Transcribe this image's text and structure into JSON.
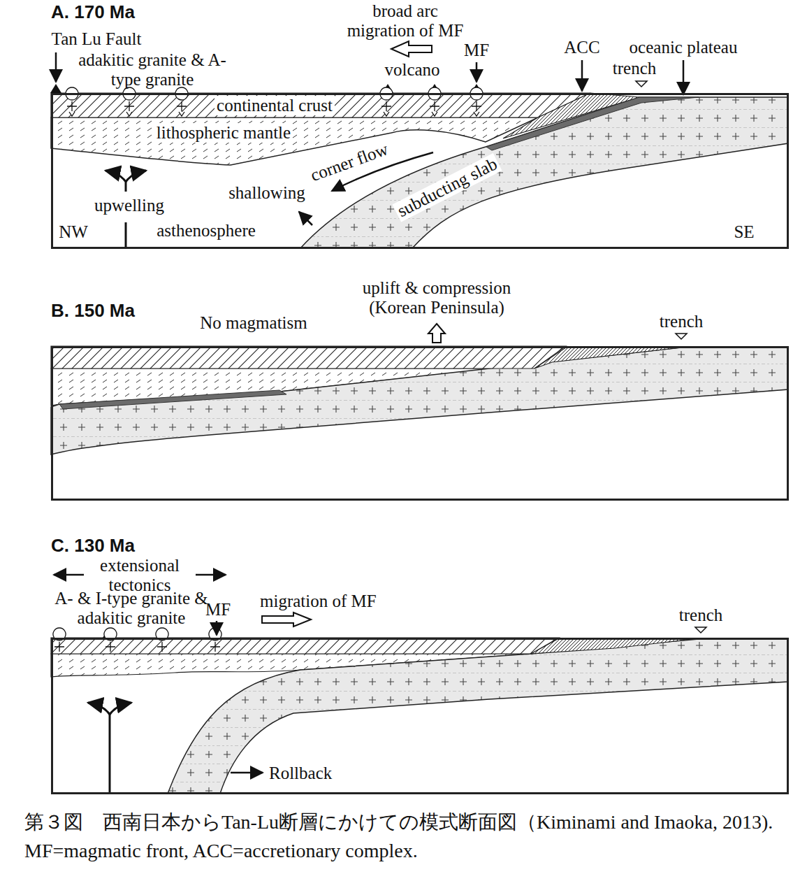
{
  "diagram": {
    "caption": "第３図　西南日本からTan-Lu断層にかけての模式断面図（Kiminami and Imaoka, 2013). MF=magmatic front, ACC=accretionary complex.",
    "nodes": [
      {
        "text": [
          "A. 170 Ma"
        ]
      },
      {
        "text": [
          "B. 150 Ma"
        ]
      },
      {
        "text": [
          "C. 130 Ma"
        ]
      }
    ],
    "labels": [
      "Tan Lu Fault",
      "adakitic granite & A-type granite",
      "broad arc migration of MF",
      "volcano",
      "MF",
      "ACC",
      "oceanic plateau",
      "trench",
      "continental crust",
      "lithospheric mantle",
      "corner flow",
      "subducting slab",
      "upwelling",
      "shallowing",
      "NW",
      "asthenosphere",
      "SE",
      "uplift & compression (Korean Peninsula)",
      "No magmatism",
      "trench",
      "extensional tectonics",
      "A- & I-type granite & adakitic granite",
      "MF",
      "migration of MF",
      "trench",
      "Rollback"
    ]
  }
}
